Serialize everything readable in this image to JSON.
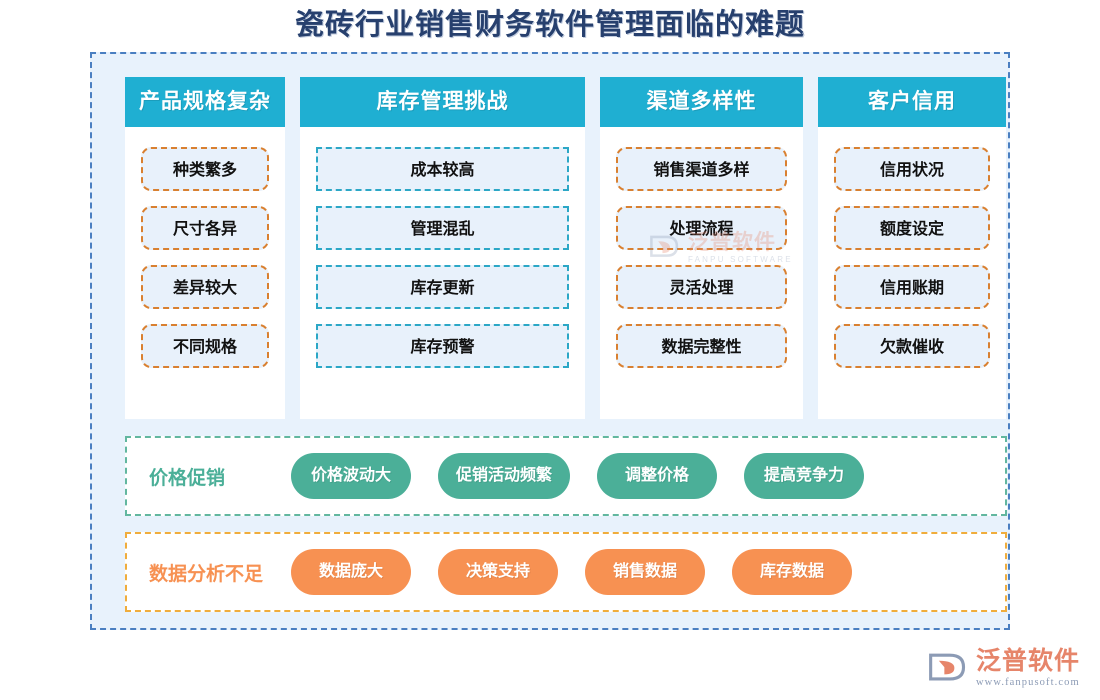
{
  "page": {
    "title": "瓷砖行业销售财务软件管理面临的难题"
  },
  "colors": {
    "title": "#27406E",
    "header_teal": "#1FAFD2",
    "chip_fill": "#E8F1FB",
    "chip_border_orange": "#D98030",
    "chip_border_cyan": "#2BA7C6",
    "frame_border": "#4A7FC1",
    "frame_fill": "#E8F2FC",
    "pill_green": "#4BAF98",
    "pill_orange": "#F79152",
    "band_border_green": "#62B79F",
    "band_border_orange": "#F0AD3C"
  },
  "columns": [
    {
      "header": "产品规格复杂",
      "style": "orange",
      "items": [
        "种类繁多",
        "尺寸各异",
        "差异较大",
        "不同规格"
      ]
    },
    {
      "header": "库存管理挑战",
      "style": "cyan",
      "items": [
        "成本较高",
        "管理混乱",
        "库存更新",
        "库存预警"
      ]
    },
    {
      "header": "渠道多样性",
      "style": "orange",
      "items": [
        "销售渠道多样",
        "处理流程",
        "灵活处理",
        "数据完整性"
      ]
    },
    {
      "header": "客户信用",
      "style": "orange",
      "items": [
        "信用状况",
        "额度设定",
        "信用账期",
        "欠款催收"
      ]
    }
  ],
  "bands": [
    {
      "label": "价格促销",
      "style": "green",
      "pills": [
        "价格波动大",
        "促销活动频繁",
        "调整价格",
        "提高竞争力"
      ]
    },
    {
      "label": "数据分析不足",
      "style": "orange",
      "pills": [
        "数据庞大",
        "决策支持",
        "销售数据",
        "库存数据"
      ]
    }
  ],
  "watermark": {
    "cn": "泛普软件",
    "en": "FANPU SOFTWARE"
  },
  "logo": {
    "cn": "泛普软件",
    "url": "www.fanpusoft.com"
  }
}
